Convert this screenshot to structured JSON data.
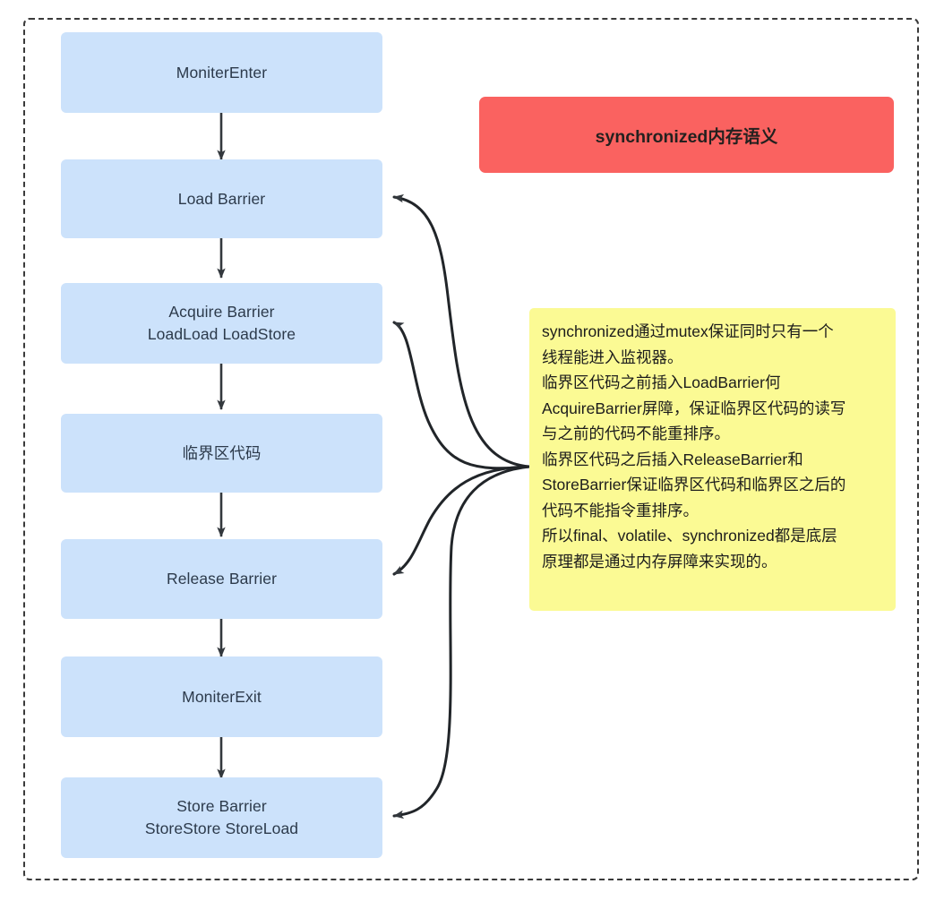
{
  "diagram": {
    "title_banner": "synchronized内存语义",
    "frame_style": "dashed-rounded-rectangle",
    "colors": {
      "node_fill": "#cce2fb",
      "node_text": "#2c3a4b",
      "banner_fill": "#fa6260",
      "banner_text": "#24211f",
      "note_fill": "#fbfa94",
      "note_text": "#1c1c1c",
      "arrow": "#33383d",
      "frame_border": "#3a3a3a"
    },
    "nodes": [
      {
        "id": "moniter-enter",
        "line1": "MoniterEnter",
        "line2": ""
      },
      {
        "id": "load-barrier",
        "line1": "Load Barrier",
        "line2": ""
      },
      {
        "id": "acquire-barrier",
        "line1": "Acquire Barrier",
        "line2": "LoadLoad LoadStore"
      },
      {
        "id": "critical-section",
        "line1": "临界区代码",
        "line2": ""
      },
      {
        "id": "release-barrier",
        "line1": "Release Barrier",
        "line2": ""
      },
      {
        "id": "moniter-exit",
        "line1": "MoniterExit",
        "line2": ""
      },
      {
        "id": "store-barrier",
        "line1": "Store Barrier",
        "line2": "StoreStore StoreLoad"
      }
    ],
    "flow_edges": [
      {
        "from": "MoniterEnter",
        "to": "Load Barrier"
      },
      {
        "from": "Load Barrier",
        "to": "Acquire Barrier"
      },
      {
        "from": "Acquire Barrier",
        "to": "临界区代码"
      },
      {
        "from": "临界区代码",
        "to": "Release Barrier"
      },
      {
        "from": "Release Barrier",
        "to": "MoniterExit"
      },
      {
        "from": "MoniterExit",
        "to": "Store Barrier"
      }
    ],
    "note_edges": [
      {
        "from": "note",
        "to": "Load Barrier"
      },
      {
        "from": "note",
        "to": "Acquire Barrier"
      },
      {
        "from": "note",
        "to": "Release Barrier"
      },
      {
        "from": "note",
        "to": "Store Barrier"
      }
    ],
    "note": "synchronized通过mutex保证同时只有一个\n线程能进入监视器。\n临界区代码之前插入LoadBarrier何\nAcquireBarrier屏障，保证临界区代码的读写\n与之前的代码不能重排序。\n临界区代码之后插入ReleaseBarrier和\nStoreBarrier保证临界区代码和临界区之后的\n代码不能指令重排序。\n所以final、volatile、synchronized都是底层\n原理都是通过内存屏障来实现的。"
  }
}
